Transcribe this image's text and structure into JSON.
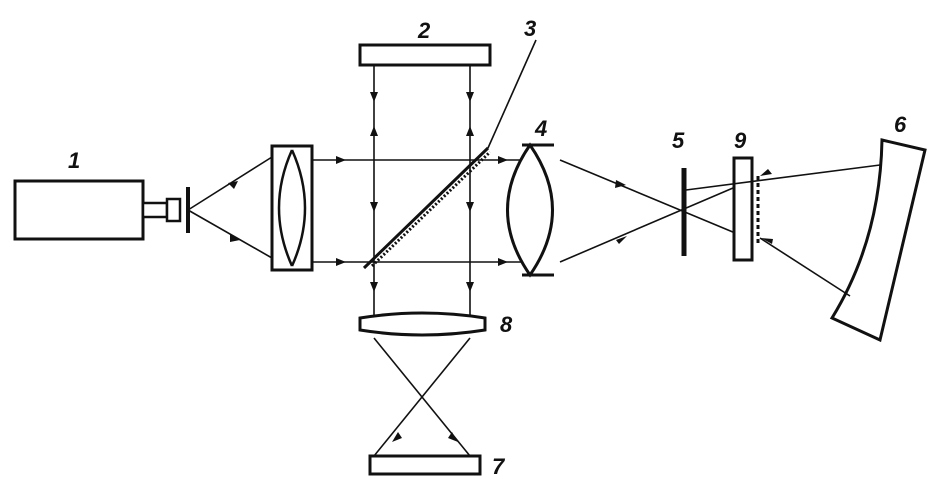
{
  "labels": {
    "l1": "1",
    "l2": "2",
    "l3": "3",
    "l4": "4",
    "l5": "5",
    "l6": "6",
    "l7": "7",
    "l8": "8",
    "l9": "9"
  },
  "colors": {
    "ink": "#111111",
    "background": "#ffffff"
  }
}
